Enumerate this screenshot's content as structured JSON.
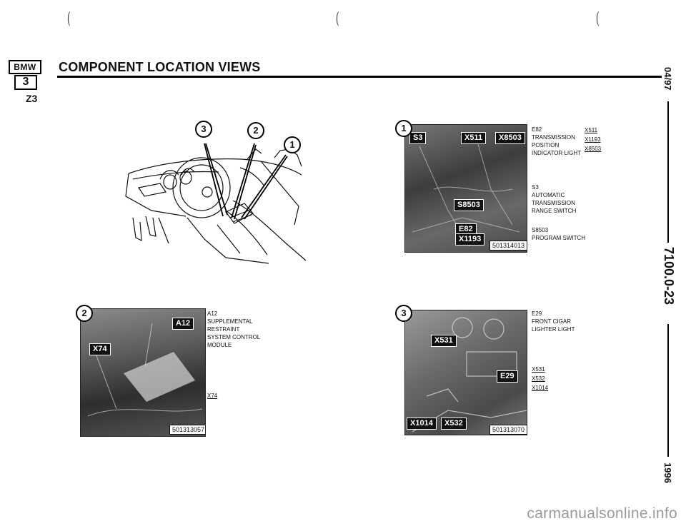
{
  "header": {
    "brand": "BMW",
    "series": "3",
    "title": "COMPONENT LOCATION VIEWS",
    "model": "Z3"
  },
  "margin": {
    "date": "04/97",
    "page": "7100.0-23",
    "year": "1996"
  },
  "overview": {
    "callouts": [
      "3",
      "2",
      "1"
    ]
  },
  "panels": [
    {
      "callout": "1",
      "tags": [
        "S3",
        "X511",
        "X8503",
        "S8503",
        "E82",
        "X1193"
      ],
      "part_number": "501314013",
      "captions": [
        {
          "code": "E82",
          "lines": [
            "TRANSMISSION",
            "POSITION",
            "INDICATOR LIGHT"
          ]
        },
        {
          "code": "S3",
          "lines": [
            "AUTOMATIC",
            "TRANSMISSION",
            "RANGE SWITCH"
          ]
        },
        {
          "code": "S8503",
          "lines": [
            "PROGRAM SWITCH"
          ]
        }
      ],
      "refs": [
        "X511",
        "X1193",
        "X8503"
      ]
    },
    {
      "callout": "2",
      "tags": [
        "A12",
        "X74"
      ],
      "part_number": "501313057",
      "captions": [
        {
          "code": "A12",
          "lines": [
            "SUPPLEMENTAL",
            "RESTRAINT",
            "SYSTEM CONTROL",
            "MODULE"
          ]
        }
      ],
      "refs": [
        "X74"
      ]
    },
    {
      "callout": "3",
      "tags": [
        "X531",
        "E29",
        "X1014",
        "X532"
      ],
      "part_number": "501313070",
      "captions": [
        {
          "code": "E29",
          "lines": [
            "FRONT CIGAR",
            "LIGHTER LIGHT"
          ]
        }
      ],
      "refs": [
        "X531",
        "X532",
        "X1014"
      ]
    }
  ],
  "watermark": "carmanualsonline.info"
}
